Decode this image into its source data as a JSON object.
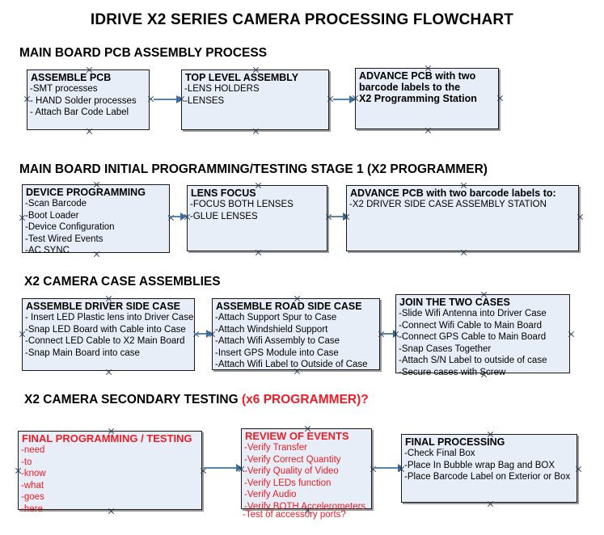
{
  "document": {
    "title": "IDRIVE X2  SERIES CAMERA PROCESSING FLOWCHART"
  },
  "colors": {
    "box_fill": "#e8eef7",
    "box_border": "#1a1a1a",
    "connector": "#5b83a8",
    "accent_red": "#ee1c25",
    "text": "#000000"
  },
  "sections": [
    {
      "heading": "MAIN BOARD PCB ASSEMBLY PROCESS",
      "heading_accent": "",
      "boxes": [
        {
          "title": "ASSEMBLE PCB",
          "lines": [
            "-SMT processes",
            "- HAND Solder processes",
            "- Attach Bar Code Label"
          ],
          "style": "normal"
        },
        {
          "title": "TOP LEVEL ASSEMBLY",
          "lines": [
            "-LENS HOLDERS",
            "-LENSES"
          ],
          "style": "normal"
        },
        {
          "title": "ADVANCE PCB with two",
          "lines": [
            "barcode labels to the",
            " X2 Programming Station"
          ],
          "style": "title-block"
        }
      ]
    },
    {
      "heading": "MAIN BOARD INITIAL PROGRAMMING/TESTING STAGE 1 (X2 PROGRAMMER)",
      "heading_accent": "",
      "boxes": [
        {
          "title": "DEVICE PROGRAMMING",
          "lines": [
            "-Scan Barcode",
            "-Boot Loader",
            "-Device Configuration",
            "-Test Wired Events",
            "-AC SYNC"
          ],
          "style": "normal"
        },
        {
          "title": "LENS FOCUS",
          "lines": [
            "-FOCUS BOTH LENSES",
            "-GLUE LENSES"
          ],
          "style": "normal"
        },
        {
          "title": "ADVANCE PCB with two barcode labels to:",
          "lines": [
            "-X2 DRIVER  SIDE  CASE  ASSEMBLY STATION"
          ],
          "style": "normal"
        }
      ]
    },
    {
      "heading": "X2 CAMERA CASE ASSEMBLIES",
      "heading_accent": "",
      "boxes": [
        {
          "title": "ASSEMBLE DRIVER SIDE CASE",
          "lines": [
            "- Insert LED Plastic lens into Driver Case",
            "-Snap LED Board with Cable into Case",
            "-Connect LED Cable to X2 Main Board",
            "-Snap Main Board into case"
          ],
          "style": "normal"
        },
        {
          "title": "ASSEMBLE ROAD SIDE CASE",
          "lines": [
            "-Attach Support Spur to Case",
            "-Attach Windshield Support",
            "-Attach Wifi Assembly to Case",
            "-Insert GPS Module into Case",
            "-Attach Wifi Label to Outside of Case"
          ],
          "style": "normal"
        },
        {
          "title": "JOIN THE TWO CASES",
          "lines": [
            "-Slide Wifi Antenna into Driver Case",
            "-Connect Wifi Cable to Main Board",
            "-Connect GPS Cable to Main Board",
            "-Snap Cases Together",
            "-Attach S/N Label to outside of case",
            "-Secure cases with Screw"
          ],
          "style": "normal"
        }
      ]
    },
    {
      "heading": "X2 CAMERA SECONDARY TESTING ",
      "heading_accent": "(x6 PROGRAMMER)?",
      "boxes": [
        {
          "title": "FINAL PROGRAMMING / TESTING",
          "lines": [
            "-need",
            "-to",
            "-know",
            "-what",
            "-goes",
            "-here"
          ],
          "style": "red"
        },
        {
          "title": "REVIEW OF EVENTS",
          "lines": [
            "-Verify Transfer",
            "-Verify Correct Quantity",
            "-Verify Quality of Video",
            "-Verify LEDs function",
            "-Verify Audio",
            "-Verify BOTH Accelerometers"
          ],
          "overflow_line": "-Test of accessory ports?",
          "style": "red"
        },
        {
          "title": "FINAL PROCESSING",
          "lines": [
            " -Check Final Box",
            "-Place In Bubble wrap Bag and BOX",
            "-Place Barcode Label on Exterior or Box"
          ],
          "style": "normal"
        }
      ]
    }
  ]
}
